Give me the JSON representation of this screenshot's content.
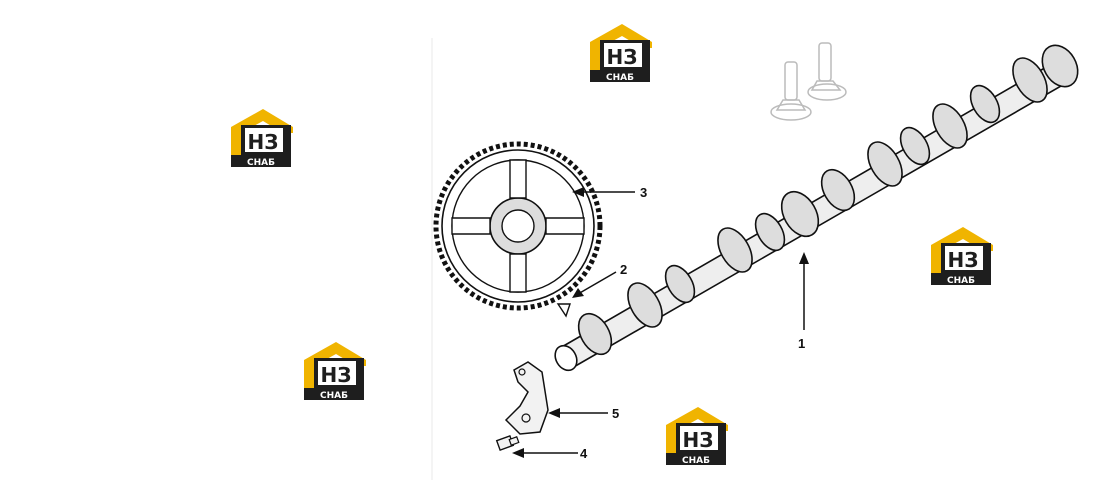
{
  "watermark": {
    "brand_mark": "НЗ",
    "brand_word": "СНАБ",
    "colors": {
      "roof": "#f0b400",
      "dark": "#1e1e1e",
      "light": "#ffffff"
    }
  },
  "callouts": [
    {
      "id": "1",
      "label": "1"
    },
    {
      "id": "2",
      "label": "2"
    },
    {
      "id": "3",
      "label": "3"
    },
    {
      "id": "4",
      "label": "4"
    },
    {
      "id": "5",
      "label": "5"
    }
  ]
}
